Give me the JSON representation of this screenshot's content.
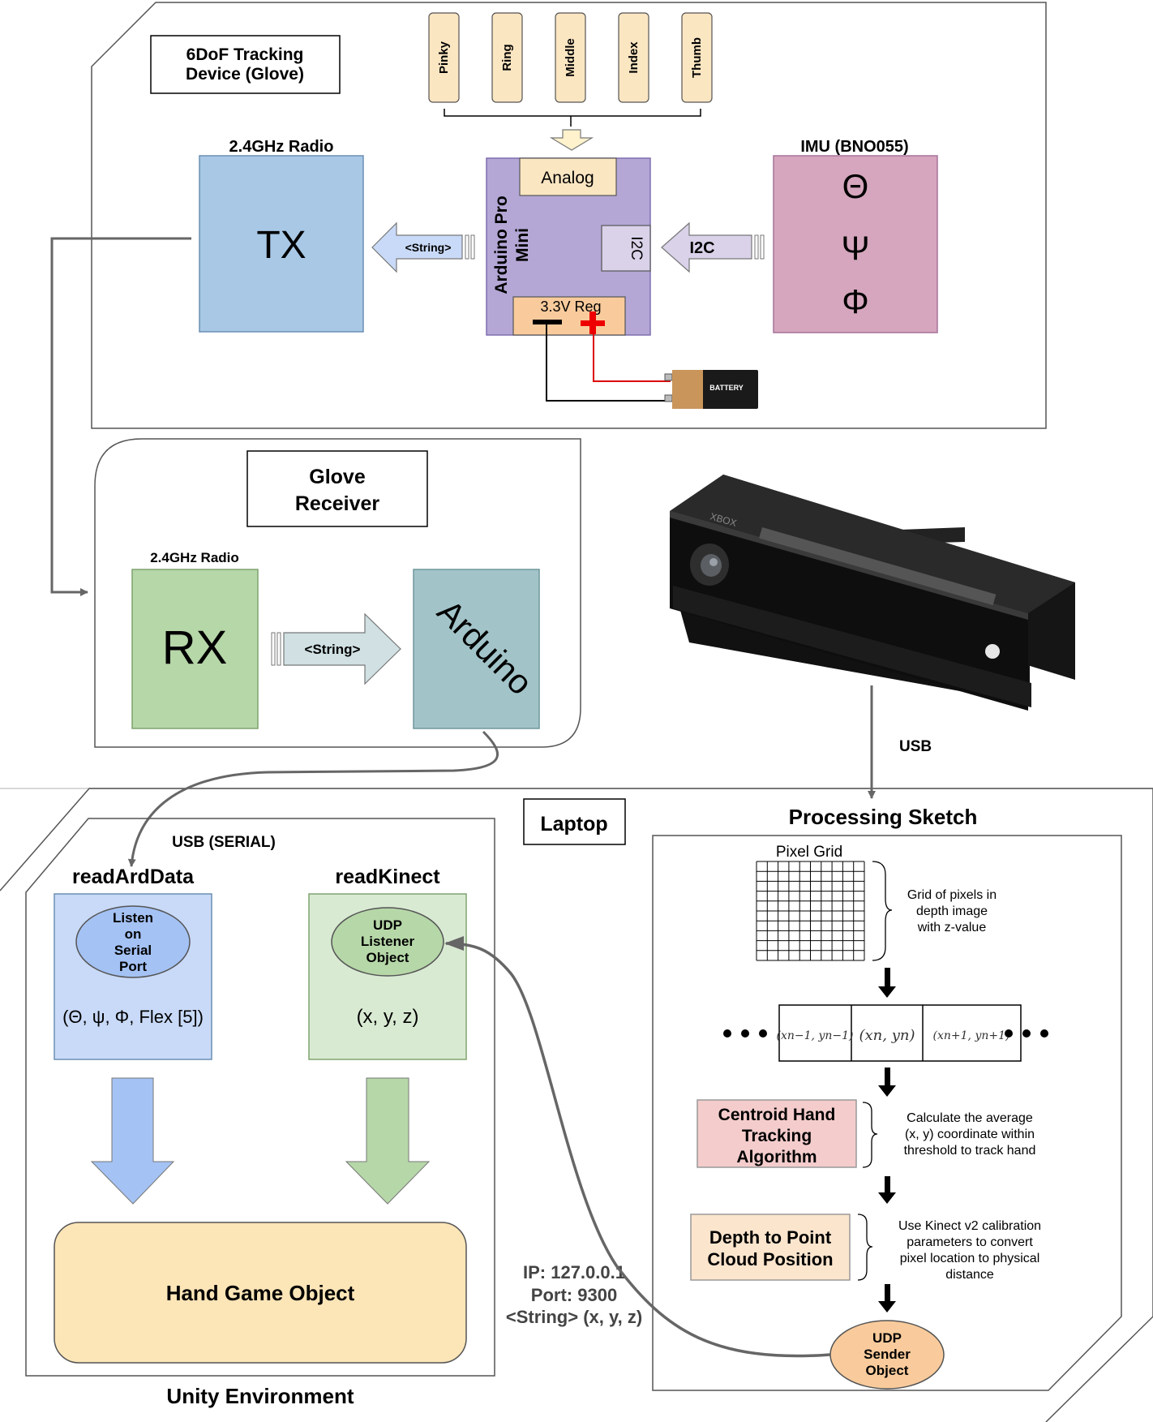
{
  "glove": {
    "title_line1": "6DoF Tracking",
    "title_line2": "Device (Glove)",
    "fingers": [
      "Pinky",
      "Ring",
      "Middle",
      "Index",
      "Thumb"
    ],
    "radio_label": "2.4GHz Radio",
    "tx_label": "TX",
    "mcu_line1": "Arduino Pro",
    "mcu_line2": "Mini",
    "analog_label": "Analog",
    "i2c_port_label": "I2C",
    "reg_label": "3.3V Reg",
    "string_arrow_label": "<String>",
    "i2c_arrow_label": "I2C",
    "imu_label": "IMU (BNO055)",
    "imu_symbols": [
      "Θ",
      "Ψ",
      "Φ"
    ],
    "battery_label": "BATTERY"
  },
  "receiver": {
    "title_line1": "Glove",
    "title_line2": "Receiver",
    "radio_label": "2.4GHz Radio",
    "rx_label": "RX",
    "string_arrow_label": "<String>",
    "arduino_label": "Arduino"
  },
  "kinect": {
    "brand_label": "XBOX",
    "usb_label": "USB"
  },
  "laptop": {
    "title": "Laptop",
    "usb_serial_label": "USB (SERIAL)",
    "read_ard": {
      "title": "readArdData",
      "ellipse_lines": [
        "Listen",
        "on",
        "Serial",
        "Port"
      ],
      "values": "(Θ, ψ, Φ, Flex [5])"
    },
    "read_kinect": {
      "title": "readKinect",
      "ellipse_lines": [
        "UDP",
        "Listener",
        "Object"
      ],
      "values": "(x, y, z)"
    },
    "hand_object": "Hand Game Object",
    "unity_label": "Unity Environment",
    "udp_info": [
      "IP: 127.0.0.1",
      "Port: 9300",
      "<String> (x, y, z)"
    ]
  },
  "processing": {
    "title": "Processing Sketch",
    "grid_label": "Pixel Grid",
    "grid_note": [
      "Grid of pixels in",
      "depth image",
      "with z-value"
    ],
    "coords": [
      "(x",
      "(x",
      "(x"
    ],
    "coord_cells": [
      "(xn−1, yn−1)",
      "(xn, yn)",
      "(xn+1, yn+1)"
    ],
    "centroid_lines": [
      "Centroid Hand",
      "Tracking",
      "Algorithm"
    ],
    "centroid_note": [
      "Calculate the average",
      "(x, y) coordinate within",
      "threshold to track hand"
    ],
    "depth_lines": [
      "Depth to Point",
      "Cloud Position"
    ],
    "depth_note": [
      "Use Kinect v2 calibration",
      "parameters to convert",
      "pixel location to physical",
      "distance"
    ],
    "sender_lines": [
      "UDP",
      "Sender",
      "Object"
    ]
  },
  "colors": {
    "finger_fill": "#fbe6c2",
    "tx_fill": "#a8c8e6",
    "mcu_fill": "#b4a7d6",
    "imu_fill": "#d5a6bd",
    "rx_fill": "#b6d7a8",
    "arduino_fill": "#a2c4c9",
    "read_ard_fill": "#c9daf8",
    "read_kinect_fill": "#d9ead3",
    "hand_fill": "#fce5b7",
    "centroid_fill": "#f4cccc",
    "depth_fill": "#fce5cd",
    "sender_fill": "#f9cb9c",
    "connector": "#666666"
  }
}
